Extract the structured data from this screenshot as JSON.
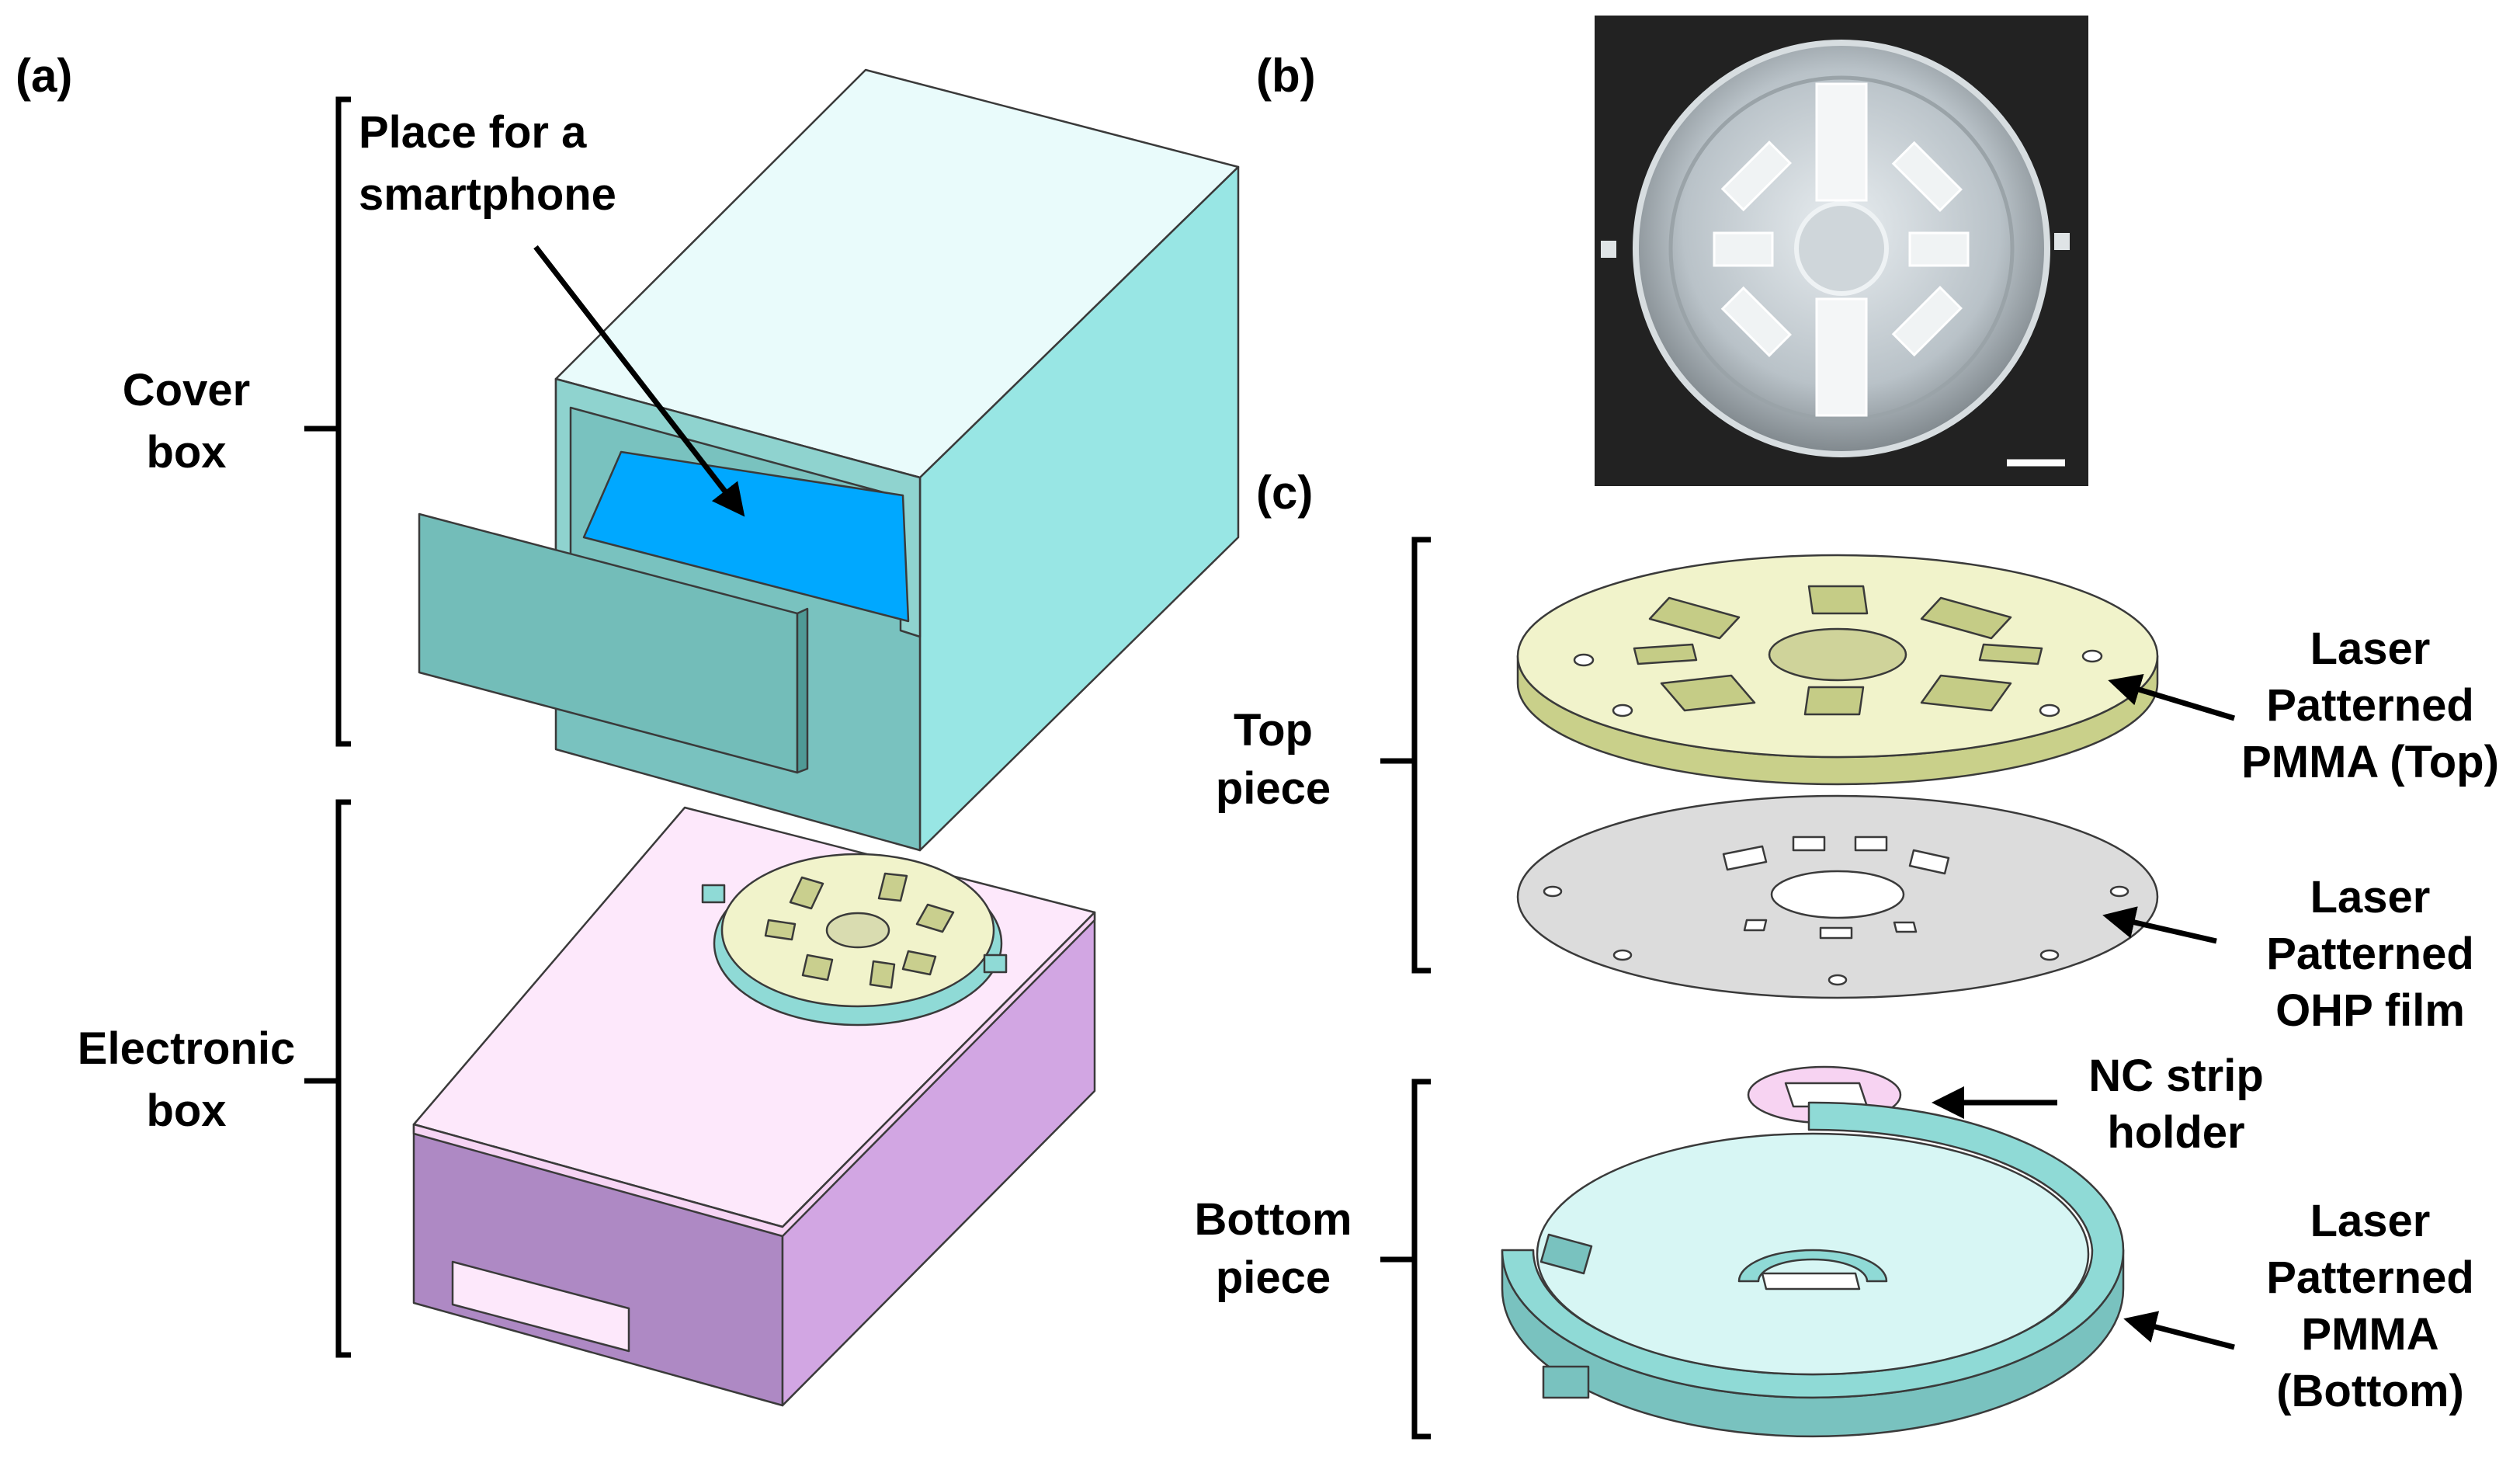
{
  "panels": {
    "a": "(a)",
    "b": "(b)",
    "c": "(c)"
  },
  "labels": {
    "phone_line1": "Place for a",
    "phone_line2": "smartphone",
    "cover_line1": "Cover",
    "cover_line2": "box",
    "electronic_line1": "Electronic",
    "electronic_line2": "box",
    "top_line1": "Top",
    "top_line2": "piece",
    "bottom_line1": "Bottom",
    "bottom_line2": "piece",
    "pmma_top_line1": "Laser",
    "pmma_top_line2": "Patterned",
    "pmma_top_line3": "PMMA (Top)",
    "ohp_line1": "Laser",
    "ohp_line2": "Patterned",
    "ohp_line3": "OHP film",
    "nc_line1": "NC strip",
    "nc_line2": "holder",
    "pmma_bottom_line1": "Laser",
    "pmma_bottom_line2": "Patterned",
    "pmma_bottom_line3": "PMMA",
    "pmma_bottom_line4": "(Bottom)"
  },
  "colors": {
    "cover_box_front": "#79c2bf",
    "cover_box_side": "#98e6e4",
    "cover_box_top": "#e9fbfb",
    "phone_slot": "#00a8ff",
    "electronic_top": "#fde8fb",
    "electronic_front": "#ae89c4",
    "electronic_side": "#d2a6e3",
    "pmma_top": "#f1f3cb",
    "ohp_film": "#dcdcdc",
    "nc_holder": "#f7d3f2",
    "pmma_bottom": "#8fdad6",
    "photo_background": "#222222"
  }
}
